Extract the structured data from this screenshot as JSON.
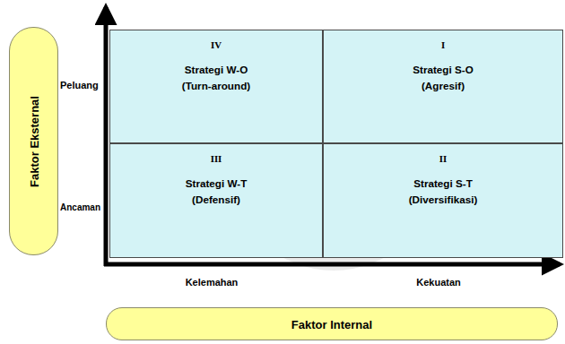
{
  "diagram": {
    "nodes": [
      {
        "text": [
          "IV",
          "Strategi W-O",
          "(Turn-around)"
        ]
      },
      {
        "text": [
          "I",
          "Strategi S-O",
          "(Agresif)"
        ]
      },
      {
        "text": [
          "III",
          "Strategi W-T",
          "(Defensif)"
        ]
      },
      {
        "text": [
          "II",
          "Strategi S-T",
          "(Diversifikasi)"
        ]
      },
      {
        "text": [
          "Faktor Eksternal"
        ]
      },
      {
        "text": [
          "Faktor Internal"
        ]
      }
    ],
    "labels": [
      "Peluang",
      "Ancaman",
      "Kelemahan",
      "Kekuatan"
    ]
  }
}
